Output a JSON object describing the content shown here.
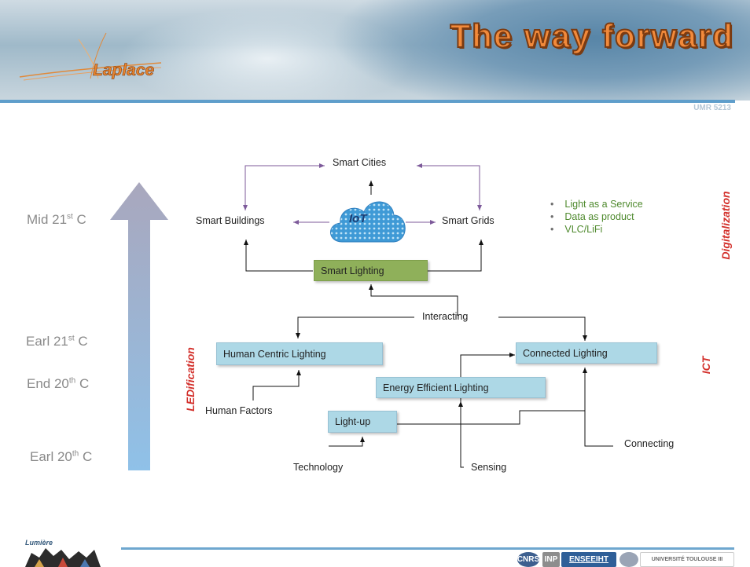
{
  "header": {
    "title": "The way forward",
    "logo": "Laplace",
    "code": "UMR 5213"
  },
  "timeline": {
    "eras": [
      {
        "base": "Mid 21",
        "sup": "st",
        "suffix": " C"
      },
      {
        "base": "Earl 21",
        "sup": "st",
        "suffix": " C"
      },
      {
        "base": "End 20",
        "sup": "th",
        "suffix": " C"
      },
      {
        "base": "Earl 20",
        "sup": "th",
        "suffix": " C"
      }
    ],
    "left_label": "LEDification",
    "right_labels": [
      "Digitalization",
      "ICT"
    ]
  },
  "diagram": {
    "smart_cities": "Smart Cities",
    "smart_buildings": "Smart Buildings",
    "smart_grids": "Smart Grids",
    "iot": "IoT",
    "smart_lighting": "Smart Lighting",
    "interacting": "Interacting",
    "human_centric": "Human Centric Lighting",
    "connected_lighting": "Connected Lighting",
    "energy_efficient": "Energy Efficient Lighting",
    "human_factors": "Human Factors",
    "light_up": "Light-up",
    "technology": "Technology",
    "sensing": "Sensing",
    "connecting": "Connecting"
  },
  "bullets": [
    "Light as a Service",
    "Data as product",
    "VLC/LiFi"
  ],
  "footer": {
    "lumiere": "Lumière",
    "logos": [
      "CNRS",
      "INP",
      "ENSEEIHT",
      "UNIVERSITÉ TOULOUSE III"
    ]
  },
  "colors": {
    "accent_orange": "#f28a3b",
    "red_label": "#d3312c",
    "box_blue": "#add8e6",
    "box_green": "#8fb05a",
    "bullet_green": "#4f8a2e"
  }
}
